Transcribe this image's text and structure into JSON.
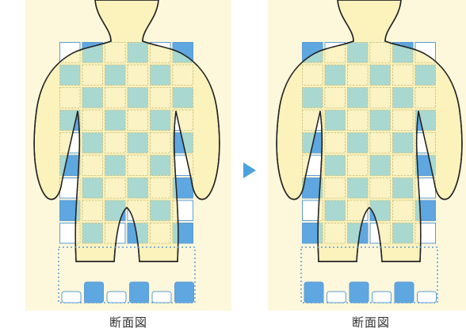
{
  "colors": {
    "panel_bg": "#fdf8dc",
    "body_fill": "#fbf0b4",
    "cell_blue": "#5fa7e0",
    "cell_teal": "#a9d8d0",
    "cell_outline": "#5b9bd5",
    "arrow": "#4aa3df"
  },
  "left_panel": {
    "caption": "断面図",
    "cushion_pattern": [
      [
        0,
        1,
        0,
        1,
        0,
        1
      ],
      [
        1,
        0,
        1,
        0,
        1,
        0
      ],
      [
        0,
        1,
        0,
        1,
        0,
        1
      ],
      [
        1,
        0,
        1,
        0,
        1,
        0
      ],
      [
        0,
        1,
        0,
        1,
        0,
        1
      ],
      [
        1,
        0,
        1,
        0,
        1,
        0
      ],
      [
        0,
        1,
        0,
        1,
        0,
        1
      ],
      [
        1,
        0,
        1,
        0,
        1,
        0
      ],
      [
        0,
        1,
        0,
        1,
        0,
        1
      ]
    ],
    "section_cells": [
      "low",
      "high",
      "low",
      "high",
      "low",
      "high"
    ]
  },
  "right_panel": {
    "caption": "断面図",
    "cushion_pattern": [
      [
        1,
        0,
        1,
        0,
        1,
        0
      ],
      [
        0,
        1,
        0,
        1,
        0,
        1
      ],
      [
        1,
        0,
        1,
        0,
        1,
        0
      ],
      [
        0,
        1,
        0,
        1,
        0,
        1
      ],
      [
        1,
        0,
        1,
        0,
        1,
        0
      ],
      [
        0,
        1,
        0,
        1,
        0,
        1
      ],
      [
        1,
        0,
        1,
        0,
        1,
        0
      ],
      [
        0,
        1,
        0,
        1,
        0,
        1
      ],
      [
        1,
        0,
        1,
        0,
        1,
        0
      ]
    ],
    "section_cells": [
      "high",
      "low",
      "high",
      "low",
      "high",
      "low"
    ]
  },
  "arrow_icon": "triangle-right-icon"
}
